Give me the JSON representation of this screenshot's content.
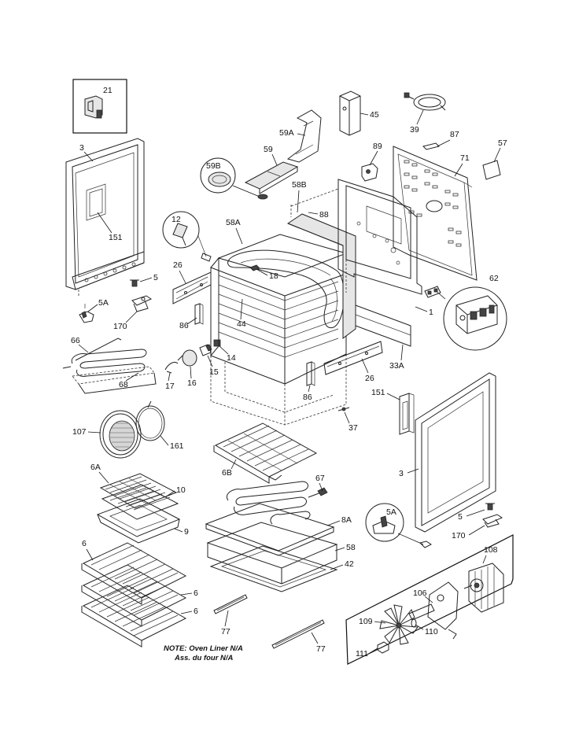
{
  "labels": {
    "l21": "21",
    "l3a": "3",
    "l151a": "151",
    "l5a": "5",
    "l5Aa": "5A",
    "l170a": "170",
    "l66": "66",
    "l68": "68",
    "l17": "17",
    "l16": "16",
    "l15": "15",
    "l14": "14",
    "l86a": "86",
    "l44": "44",
    "l26a": "26",
    "l12": "12",
    "l58A": "58A",
    "l18": "18",
    "l59B": "59B",
    "l59": "59",
    "l59A": "59A",
    "l45": "45",
    "l39": "39",
    "l58B": "58B",
    "l88": "88",
    "l89": "89",
    "l87": "87",
    "l71": "71",
    "l57": "57",
    "l62": "62",
    "l1": "1",
    "l33A": "33A",
    "l26b": "26",
    "l86b": "86",
    "l151b": "151",
    "l37": "37",
    "l3b": "3",
    "l5b": "5",
    "l170b": "170",
    "l5Ab": "5A",
    "l107": "107",
    "l161": "161",
    "l6A": "6A",
    "l10": "10",
    "l9": "9",
    "l6a": "6",
    "l6b": "6",
    "l6c": "6",
    "l6B": "6B",
    "l67": "67",
    "l8A": "8A",
    "l58": "58",
    "l42": "42",
    "l77a": "77",
    "l77b": "77",
    "l108": "108",
    "l106": "106",
    "l109": "109",
    "l110": "110",
    "l111": "111"
  },
  "note": {
    "line1": "NOTE: Oven Liner N/A",
    "line2": "Ass. du four N/A"
  }
}
